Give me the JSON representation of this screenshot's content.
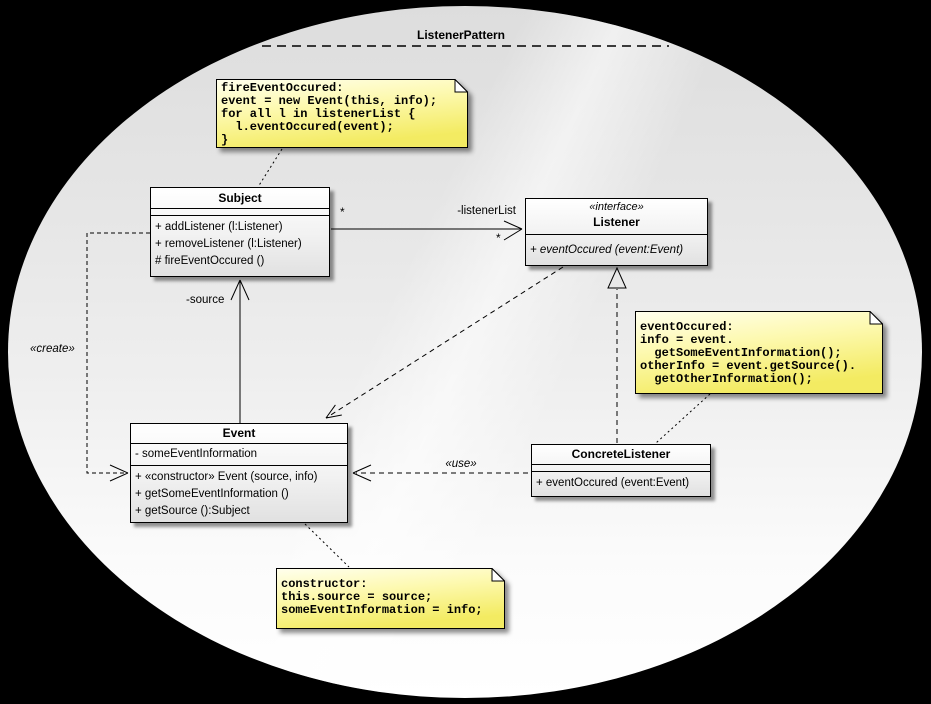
{
  "package": {
    "name": "ListenerPattern"
  },
  "classes": {
    "subject": {
      "name": "Subject",
      "methods": [
        "+ addListener (l:Listener)",
        "+ removeListener (l:Listener)",
        "# fireEventOccured ()"
      ]
    },
    "listener": {
      "stereotype": "«interface»",
      "name": "Listener",
      "methods": [
        "+ eventOccured (event:Event)"
      ]
    },
    "event": {
      "name": "Event",
      "attributes": [
        "- someEventInformation"
      ],
      "methods": [
        "+ «constructor» Event (source, info)",
        "+ getSomeEventInformation ()",
        "+ getSource ():Subject"
      ]
    },
    "concrete_listener": {
      "name": "ConcreteListener",
      "methods": [
        "+ eventOccured (event:Event)"
      ]
    }
  },
  "notes": {
    "fire_event": {
      "lines": [
        "fireEventOccured:",
        "event = new Event(this, info);",
        "for all l in listenerList {",
        "  l.eventOccured(event);",
        "}"
      ]
    },
    "event_occured": {
      "lines": [
        "eventOccured:",
        "info = event.",
        "  getSomeEventInformation();",
        "otherInfo = event.getSource().",
        "  getOtherInformation();"
      ]
    },
    "constructor": {
      "lines": [
        "constructor:",
        "this.source = source;",
        "someEventInformation = info;"
      ]
    }
  },
  "labels": {
    "listener_list": "-listenerList",
    "subject_multiplicity": "*",
    "listener_multiplicity": "*",
    "source": "-source",
    "create": "«create»",
    "use": "«use»"
  },
  "colors": {
    "background": "#000000",
    "ellipse_top": "#dddddd",
    "ellipse_bottom": "#ffffff",
    "note_light": "#ffffec",
    "note_dark": "#f3eb62",
    "box_top": "#ffffff",
    "box_bottom": "#e1e1e1",
    "line": "#000000"
  }
}
